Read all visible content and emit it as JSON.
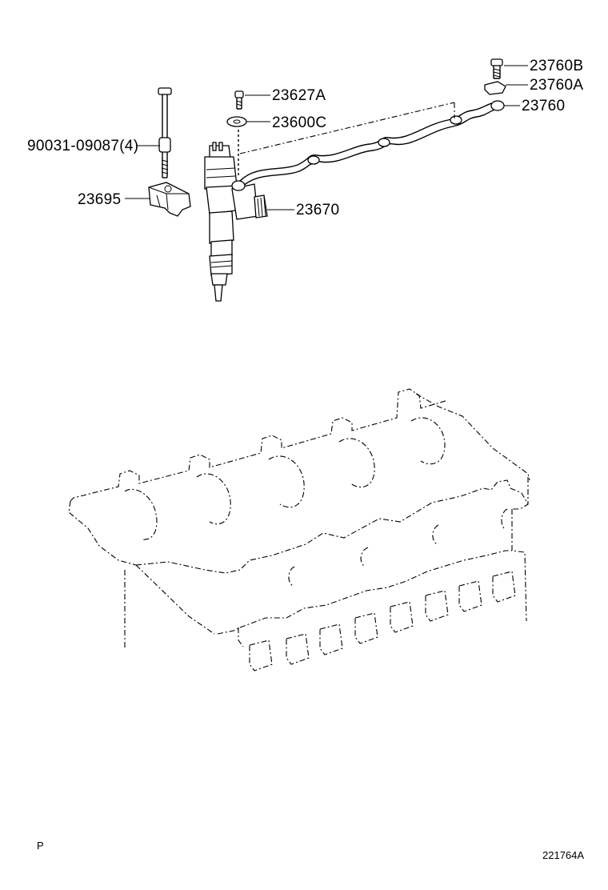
{
  "labels": {
    "p23760b": "23760B",
    "p23760a": "23760A",
    "p23760": "23760",
    "p23627a": "23627A",
    "p23600c": "23600C",
    "p90031": "90031-09087(4)",
    "p23695": "23695",
    "p23670": "23670"
  },
  "footer": {
    "left_mark": "P",
    "illustration_no": "221764A"
  }
}
